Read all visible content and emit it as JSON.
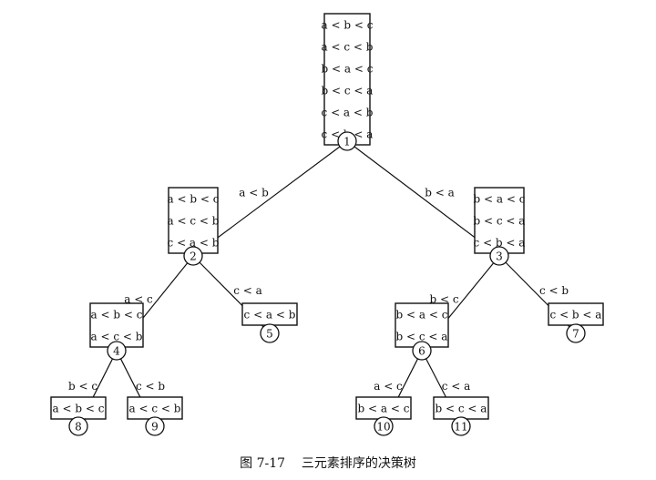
{
  "caption": {
    "figure_number": "图 7-17",
    "title": "三元素排序的决策树"
  },
  "nodes": [
    {
      "id": "1",
      "items": [
        "a < b < c",
        "a < c < b",
        "b < a < c",
        "b < c < a",
        "c < a < b",
        "c < b < a"
      ]
    },
    {
      "id": "2",
      "items": [
        "a < b < c",
        "a < c < b",
        "c < a < b"
      ]
    },
    {
      "id": "3",
      "items": [
        "b < a < c",
        "b < c < a",
        "c < b < a"
      ]
    },
    {
      "id": "4",
      "items": [
        "a < b < c",
        "a < c < b"
      ]
    },
    {
      "id": "5",
      "items": [
        "c < a < b"
      ]
    },
    {
      "id": "6",
      "items": [
        "b < a < c",
        "b < c < a"
      ]
    },
    {
      "id": "7",
      "items": [
        "c < b < a"
      ]
    },
    {
      "id": "8",
      "items": [
        "a < b < c"
      ]
    },
    {
      "id": "9",
      "items": [
        "a < c < b"
      ]
    },
    {
      "id": "10",
      "items": [
        "b < a < c"
      ]
    },
    {
      "id": "11",
      "items": [
        "b < c < a"
      ]
    }
  ],
  "edges": [
    {
      "from": "1",
      "to": "2",
      "label": "a < b"
    },
    {
      "from": "1",
      "to": "3",
      "label": "b < a"
    },
    {
      "from": "2",
      "to": "4",
      "label": "a < c"
    },
    {
      "from": "2",
      "to": "5",
      "label": "c < a"
    },
    {
      "from": "3",
      "to": "6",
      "label": "b < c"
    },
    {
      "from": "3",
      "to": "7",
      "label": "c < b"
    },
    {
      "from": "4",
      "to": "8",
      "label": "b < c"
    },
    {
      "from": "4",
      "to": "9",
      "label": "c < b"
    },
    {
      "from": "6",
      "to": "10",
      "label": "a < c"
    },
    {
      "from": "6",
      "to": "11",
      "label": "c < a"
    }
  ]
}
